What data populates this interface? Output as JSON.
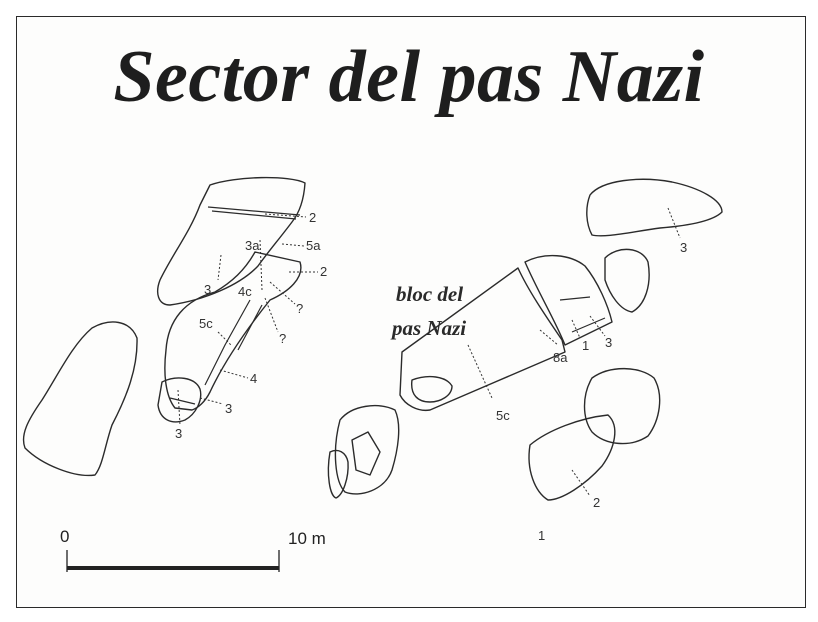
{
  "title": "Sector del pas Nazi",
  "bloc_label": {
    "line1": "bloc del",
    "line2": "pas Nazi"
  },
  "labels": {
    "l2a": "2",
    "l5a": "5a",
    "l3a": "3a",
    "l2b": "2",
    "l3b": "3",
    "l4c": "4c",
    "lq1": "?",
    "lq2": "?",
    "l5c_left": "5c",
    "l4": "4",
    "l3c": "3",
    "l3d": "3",
    "l3e": "3",
    "l1": "1",
    "l3f": "3",
    "l8a": "8a",
    "l5c_mid": "5c",
    "l2c": "2",
    "l1b": "1"
  },
  "scale": {
    "start": "0",
    "end": "10 m"
  }
}
